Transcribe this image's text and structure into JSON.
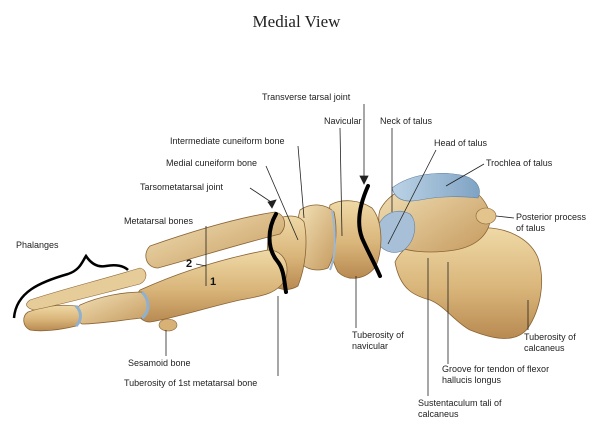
{
  "title": "Medial View",
  "labels": {
    "transverse_tarsal_joint": "Transverse tarsal joint",
    "navicular": "Navicular",
    "neck_of_talus": "Neck of talus",
    "intermediate_cuneiform": "Intermediate cuneiform bone",
    "head_of_talus": "Head of talus",
    "medial_cuneiform": "Medial cuneiform bone",
    "trochlea_of_talus": "Trochlea of talus",
    "tarsometatarsal_joint": "Tarsometatarsal joint",
    "posterior_process": "Posterior process of talus",
    "metatarsal_bones": "Metatarsal bones",
    "phalanges": "Phalanges",
    "num_2": "2",
    "num_1": "1",
    "sesamoid_bone": "Sesamoid bone",
    "tuberosity_navicular": "Tuberosity of navicular",
    "tuberosity_calcaneus": "Tuberosity of calcaneus",
    "groove_fhl": "Groove for tendon of flexor hallucis longus",
    "tuberosity_1st_metatarsal": "Tuberosity of 1st metatarsal bone",
    "sustentaculum_tali": "Sustentaculum tali of calcaneus"
  }
}
